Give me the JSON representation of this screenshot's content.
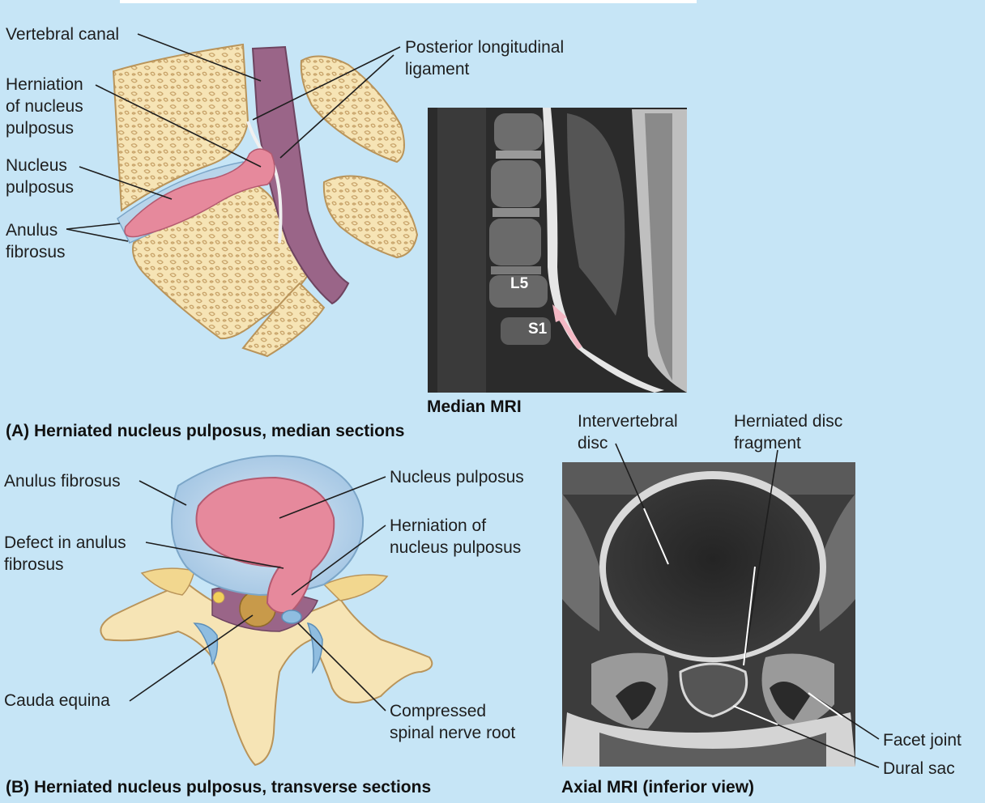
{
  "panel_a": {
    "caption": "(A) Herniated nucleus pulposus, median sections",
    "labels": {
      "vertebral_canal": "Vertebral canal",
      "herniation": "Herniation\nof nucleus\npulposus",
      "nucleus_pulposus": "Nucleus\npulposus",
      "anulus_fibrosus": "Anulus\nfibrosus",
      "posterior_ligament": "Posterior longitudinal\nligament"
    },
    "mri": {
      "caption": "Median MRI",
      "l5": "L5",
      "s1": "S1"
    }
  },
  "panel_b": {
    "caption": "(B) Herniated nucleus pulposus, transverse sections",
    "labels": {
      "anulus_fibrosus": "Anulus fibrosus",
      "defect": "Defect in anulus\nfibrosus",
      "cauda_equina": "Cauda equina",
      "nucleus_pulposus": "Nucleus pulposus",
      "herniation": "Herniation of\nnucleus pulposus",
      "compressed_root": "Compressed\nspinal nerve root"
    },
    "mri": {
      "caption": "Axial MRI (inferior view)",
      "intervertebral_disc": "Intervertebral\ndisc",
      "disc_fragment": "Herniated disc\nfragment",
      "facet_joint": "Facet joint",
      "dural_sac": "Dural sac"
    }
  },
  "colors": {
    "background": "#c6e5f6",
    "bone": "#f6e4b5",
    "bone_edge": "#b9945a",
    "nucleus": "#e6899c",
    "canal": "#9a6588",
    "anulus": "#b8d4ea"
  }
}
